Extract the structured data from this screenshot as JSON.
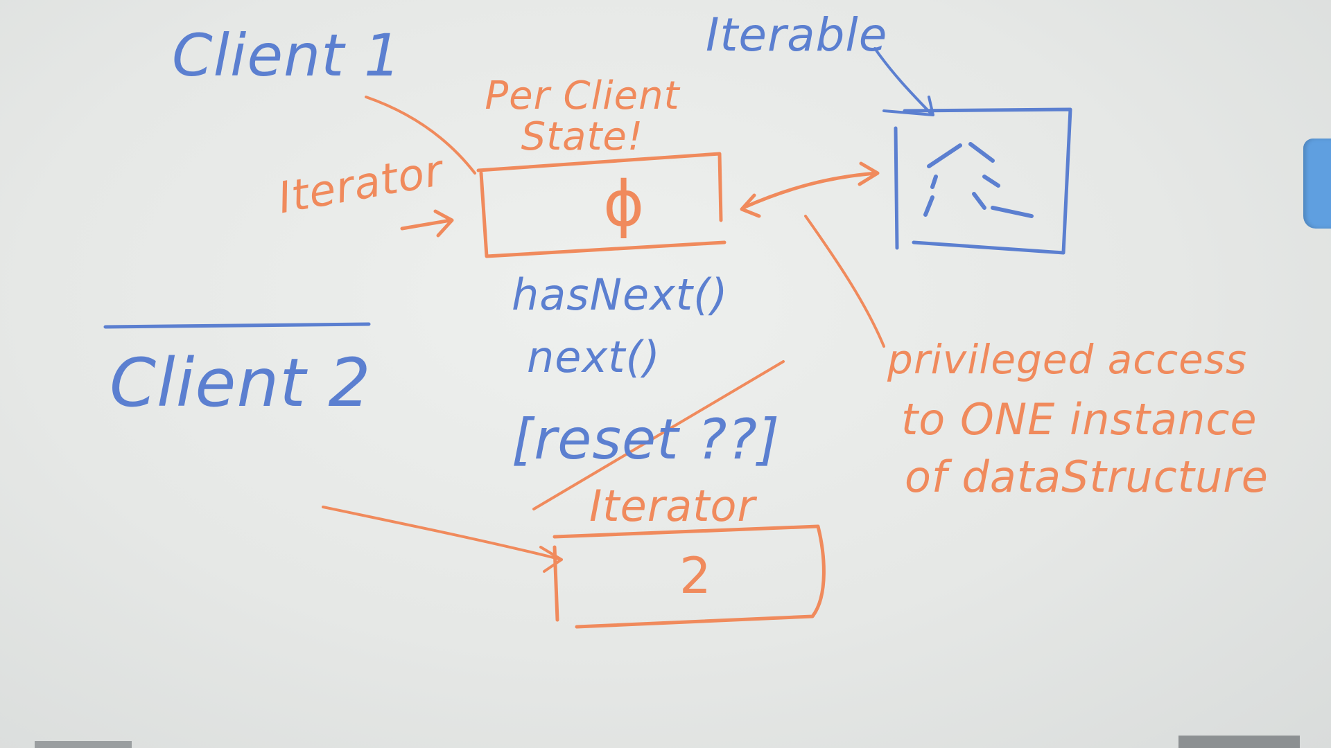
{
  "labels": {
    "client1": "Client 1",
    "client2": "Client 2",
    "iterable": "Iterable",
    "per_client_state": "Per Client State!",
    "iterator_left": "Iterator",
    "box_state_symbol": "ϕ",
    "has_next": "hasNext()",
    "next": "next()",
    "reset": "[reset ??]",
    "privileged_line1": "privileged access",
    "privileged_line2": "to ONE instance",
    "privileged_line3": "of dataStructure",
    "iterator_bottom": "Iterator",
    "box_bottom_symbol": "2"
  },
  "colors": {
    "blue_marker": "#5b7fd0",
    "orange_marker": "#f08a5c",
    "board": "#e8eae8"
  }
}
